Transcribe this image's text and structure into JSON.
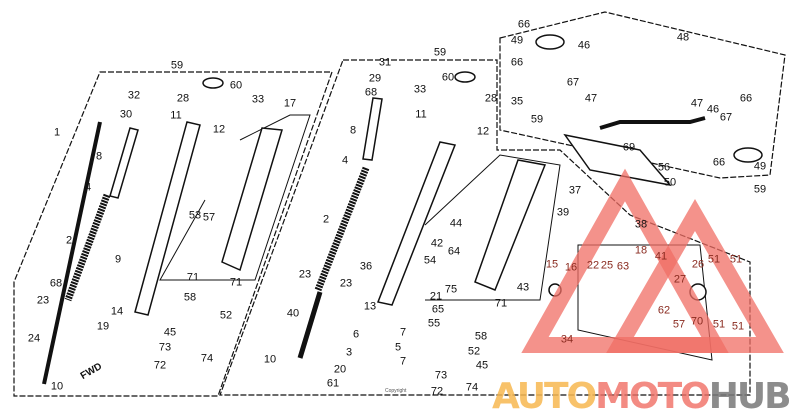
{
  "diagram": {
    "part_labels": [
      "59",
      "32",
      "30",
      "1",
      "8",
      "4",
      "2",
      "68",
      "23",
      "24",
      "10",
      "60",
      "28",
      "33",
      "11",
      "12",
      "17",
      "9",
      "53",
      "57",
      "71",
      "71",
      "14",
      "19",
      "58",
      "52",
      "45",
      "73",
      "74",
      "72",
      "59",
      "31",
      "29",
      "68",
      "60",
      "33",
      "28",
      "35",
      "11",
      "12",
      "8",
      "4",
      "2",
      "23",
      "23",
      "36",
      "13",
      "40",
      "10",
      "6",
      "7",
      "3",
      "5",
      "7",
      "20",
      "61",
      "37",
      "39",
      "44",
      "42",
      "64",
      "54",
      "43",
      "21",
      "65",
      "75",
      "71",
      "55",
      "58",
      "52",
      "45",
      "73",
      "74",
      "72",
      "34",
      "66",
      "48",
      "49",
      "46",
      "66",
      "67",
      "47",
      "59",
      "47",
      "46",
      "67",
      "66",
      "69",
      "56",
      "50",
      "59",
      "66",
      "49",
      "38",
      "15",
      "16",
      "22",
      "25",
      "63",
      "18",
      "41",
      "27",
      "26",
      "51",
      "51",
      "51",
      "51",
      "62",
      "57",
      "70"
    ],
    "direction_marker": "FWD",
    "copyright": "Copyright"
  },
  "watermark": {
    "part1": "AUTO",
    "part2": "MOTO",
    "part3": "HUB",
    "colors": {
      "auto": "#f7b750",
      "moto": "#f06e64",
      "hub": "#787878",
      "triangle": "#f06e64"
    }
  }
}
